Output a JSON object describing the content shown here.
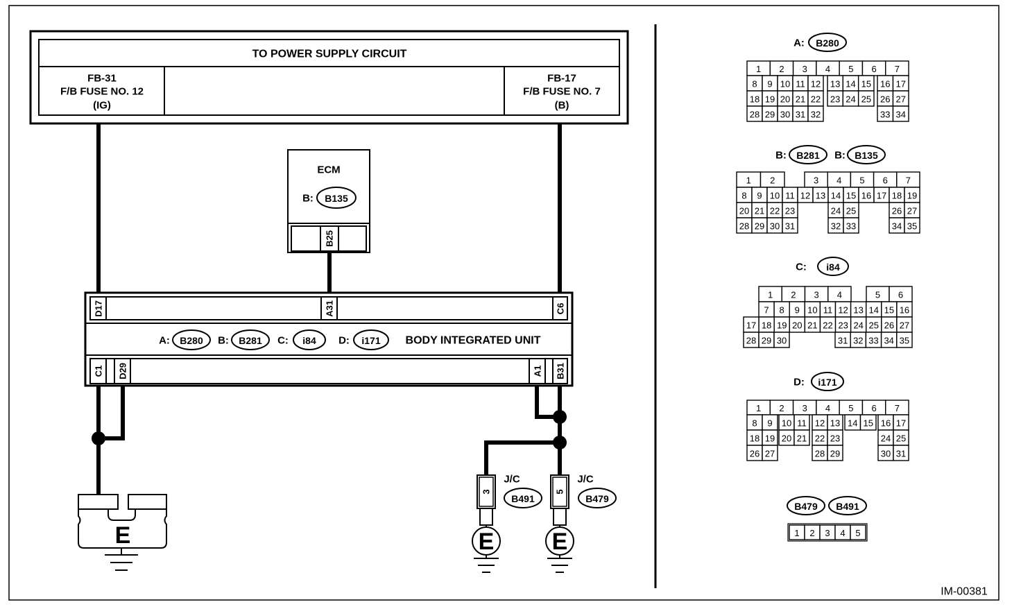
{
  "power_supply": {
    "title": "TO POWER SUPPLY CIRCUIT",
    "left_fuse": {
      "code": "FB-31",
      "name": "F/B FUSE NO. 12",
      "circuit": "(IG)"
    },
    "right_fuse": {
      "code": "FB-17",
      "name": "F/B FUSE NO. 7",
      "circuit": "(B)"
    }
  },
  "ecm": {
    "title": "ECM",
    "connector": {
      "prefix": "B:",
      "id": "B135"
    },
    "pin": "B25"
  },
  "body_integrated_unit": {
    "title": "BODY INTEGRATED UNIT",
    "connectors": [
      {
        "prefix": "A:",
        "id": "B280"
      },
      {
        "prefix": "B:",
        "id": "B281"
      },
      {
        "prefix": "C:",
        "id": "i84"
      },
      {
        "prefix": "D:",
        "id": "i171"
      }
    ],
    "top_pins": [
      "D17",
      "A31",
      "C6"
    ],
    "bottom_pins": [
      "C1",
      "D29",
      "A1",
      "B31"
    ]
  },
  "main_ground": {
    "label": "E"
  },
  "joint_connectors": [
    {
      "label": "J/C",
      "id": "B491",
      "pin": "3",
      "ground": "E"
    },
    {
      "label": "J/C",
      "id": "B479",
      "pin": "5",
      "ground": "E"
    }
  ],
  "connector_views": {
    "a": {
      "labels": [
        {
          "prefix": "A:",
          "id": "B280"
        }
      ],
      "rows": [
        [
          "1",
          "2",
          "3",
          "4",
          "5",
          "6",
          "7"
        ],
        [
          "8",
          "9",
          "10",
          "11",
          "12",
          "13",
          "14",
          "15",
          "16",
          "17"
        ],
        [
          "18",
          "19",
          "20",
          "21",
          "22",
          "23",
          "24",
          "25",
          "26",
          "27"
        ],
        [
          "28",
          "29",
          "30",
          "31",
          "32",
          "33",
          "34"
        ]
      ]
    },
    "b": {
      "labels": [
        {
          "prefix": "B:",
          "id": "B281"
        },
        {
          "prefix": "B:",
          "id": "B135"
        }
      ],
      "rows": [
        [
          "1",
          "2",
          "3",
          "4",
          "5",
          "6",
          "7"
        ],
        [
          "8",
          "9",
          "10",
          "11",
          "12",
          "13",
          "14",
          "15",
          "16",
          "17",
          "18",
          "19"
        ],
        [
          "20",
          "21",
          "22",
          "23",
          "24",
          "25",
          "26",
          "27"
        ],
        [
          "28",
          "29",
          "30",
          "31",
          "32",
          "33",
          "34",
          "35"
        ]
      ]
    },
    "c": {
      "labels": [
        {
          "prefix": "C:",
          "id": "i84"
        }
      ],
      "rows": [
        [
          "1",
          "2",
          "3",
          "4",
          "5",
          "6"
        ],
        [
          "7",
          "8",
          "9",
          "10",
          "11",
          "12",
          "13",
          "14",
          "15",
          "16"
        ],
        [
          "17",
          "18",
          "19",
          "20",
          "21",
          "22",
          "23",
          "24",
          "25",
          "26",
          "27"
        ],
        [
          "28",
          "29",
          "30",
          "31",
          "32",
          "33",
          "34",
          "35"
        ]
      ]
    },
    "d": {
      "labels": [
        {
          "prefix": "D:",
          "id": "i171"
        }
      ],
      "rows": [
        [
          "1",
          "2",
          "3",
          "4",
          "5",
          "6",
          "7"
        ],
        [
          "8",
          "9",
          "10",
          "11",
          "12",
          "13",
          "14",
          "15",
          "16",
          "17"
        ],
        [
          "18",
          "19",
          "20",
          "21",
          "22",
          "23",
          "24",
          "25"
        ],
        [
          "26",
          "27",
          "28",
          "29",
          "30",
          "31"
        ]
      ]
    },
    "jc": {
      "labels": [
        {
          "id": "B479"
        },
        {
          "id": "B491"
        }
      ],
      "rows": [
        [
          "1",
          "2",
          "3",
          "4",
          "5"
        ]
      ]
    }
  },
  "figure_code": "IM-00381"
}
